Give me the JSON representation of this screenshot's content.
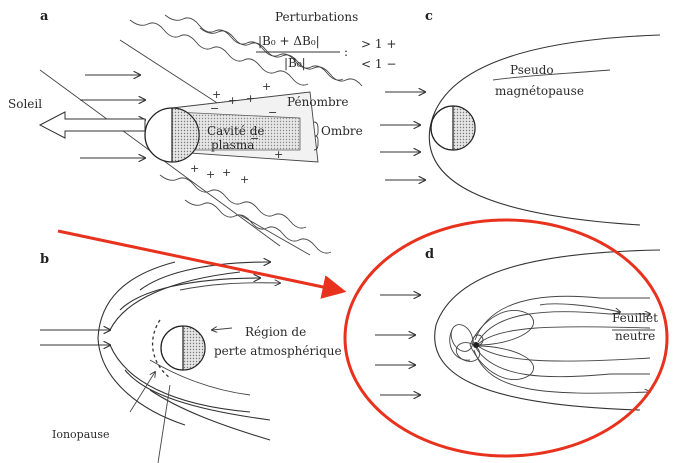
{
  "panels": {
    "a": {
      "letter": "a",
      "perturbations_title": "Perturbations",
      "formula_numerator": "|B₀ + ΔB₀|",
      "formula_denominator": "|B₀|",
      "formula_colon": ":",
      "cond_greater": "> 1 +",
      "cond_less": "< 1 −",
      "sun_label": "Soleil",
      "penumbra_label": "Pénombre",
      "umbra_label": "Ombre",
      "cavity_label_line1": "Cavité de",
      "cavity_label_line2": "plasma"
    },
    "b": {
      "letter": "b",
      "region_label_line1": "Région de",
      "region_label_line2": "perte atmosphérique",
      "ionopause_label": "Ionopause"
    },
    "c": {
      "letter": "c",
      "pseudo_label": "Pseudo",
      "magnetopause_label": "magnétopause"
    },
    "d": {
      "letter": "d",
      "sheet_label_line1": "Feuillet",
      "sheet_label_line2": "neutre"
    }
  },
  "colors": {
    "annotation": "#e8321e",
    "ink": "#333333",
    "planet_night": "#cfcfcf"
  }
}
